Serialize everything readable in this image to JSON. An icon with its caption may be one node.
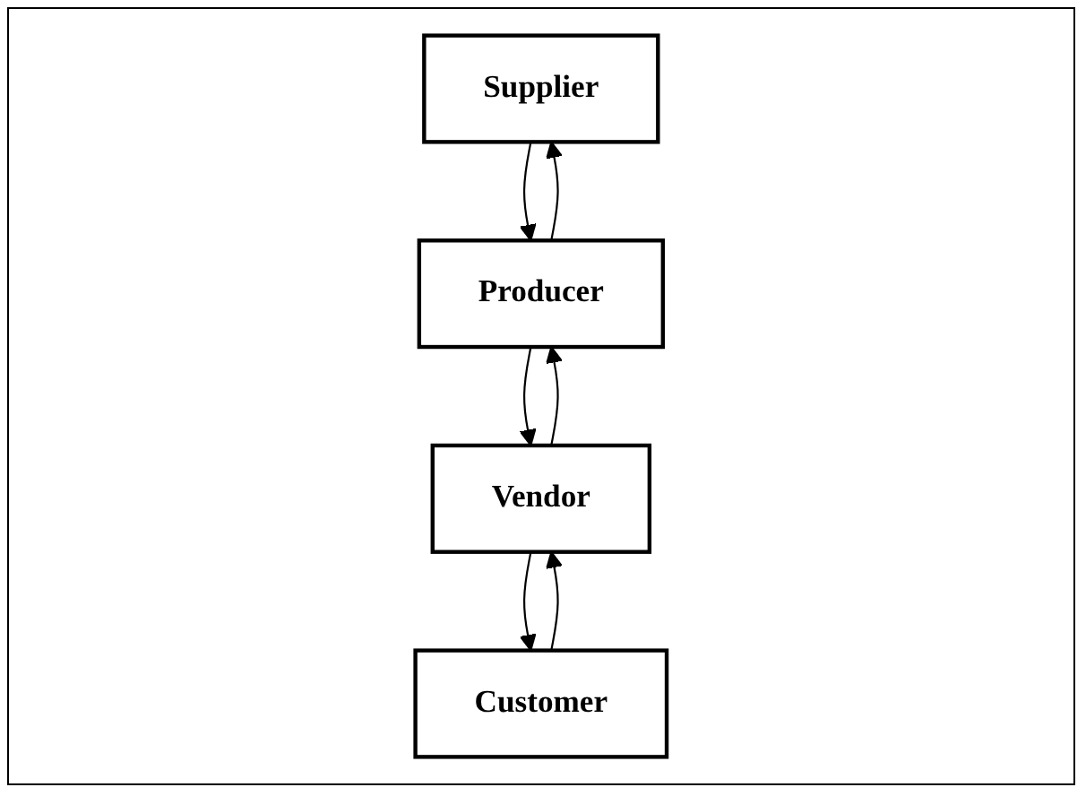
{
  "diagram": {
    "nodes": [
      {
        "text": [
          "Supplier"
        ]
      },
      {
        "text": [
          "Producer"
        ]
      },
      {
        "text": [
          "Vendor"
        ]
      },
      {
        "text": [
          "Customer"
        ]
      }
    ],
    "edges": [
      {
        "from": 0,
        "to": 1,
        "arrow": "to"
      },
      {
        "from": 1,
        "to": 2,
        "arrow": "to"
      },
      {
        "from": 2,
        "to": 3,
        "arrow": "to"
      },
      {
        "from": 3,
        "to": 2,
        "arrow": "to"
      },
      {
        "from": 2,
        "to": 1,
        "arrow": "to"
      },
      {
        "from": 1,
        "to": 0,
        "arrow": "to"
      }
    ]
  }
}
